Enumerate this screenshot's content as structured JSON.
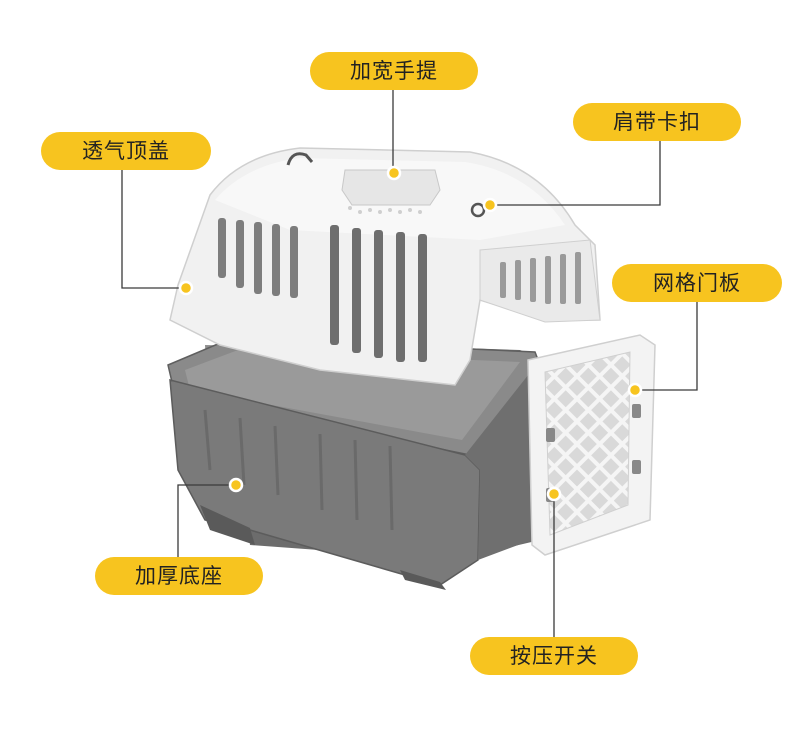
{
  "labels": {
    "handle": "加宽手提",
    "vented_lid": "透气顶盖",
    "strap_buckle": "肩带卡扣",
    "grid_door": "网格门板",
    "thick_base": "加厚底座",
    "press_switch": "按压开关"
  },
  "colors": {
    "label_bg": "#f7c41f",
    "lid": "#f1f1f1",
    "base": "#7a7a7a",
    "door": "#f3f3f3"
  }
}
